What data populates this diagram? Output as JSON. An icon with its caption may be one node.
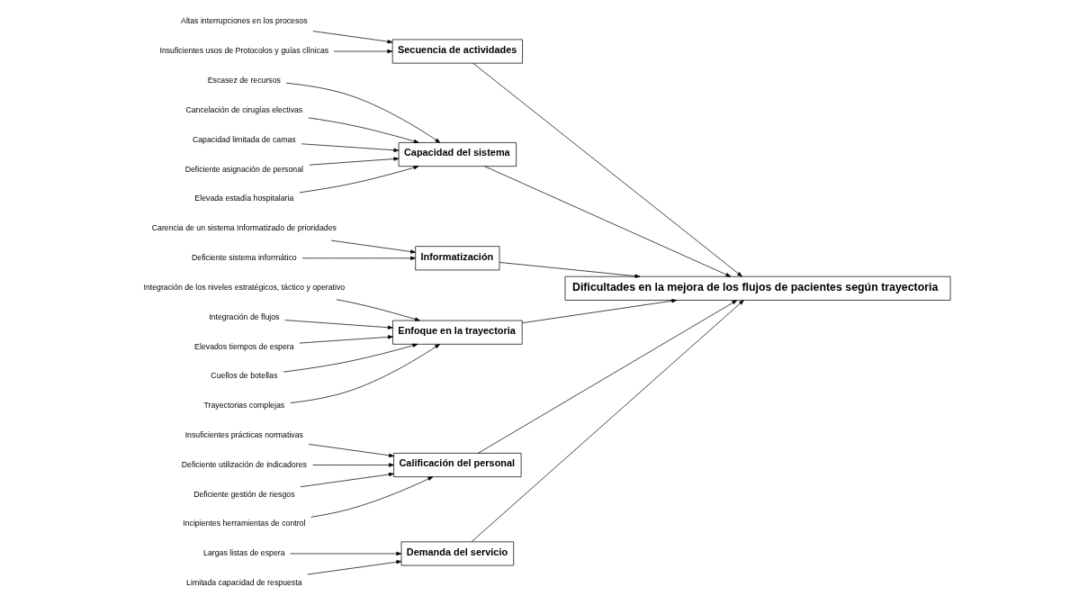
{
  "diagram": {
    "nodes": [
      {
        "text": [
          "Demanda del servicio"
        ]
      },
      {
        "text": [
          "Largas listas de espera"
        ]
      },
      {
        "text": [
          "Limitada capacidad de respuesta"
        ]
      },
      {
        "text": [
          "Secuencia de actividades"
        ]
      },
      {
        "text": [
          "Altas interrupciones en los procesos"
        ]
      },
      {
        "text": [
          "Insuficientes usos de Protocolos y guías clínicas"
        ]
      },
      {
        "text": [
          "Capacidad del sistema"
        ]
      },
      {
        "text": [
          "Escasez de recursos"
        ]
      },
      {
        "text": [
          "Cancelación de cirugías electivas"
        ]
      },
      {
        "text": [
          "Capacidad limitada de camas"
        ]
      },
      {
        "text": [
          "Deficiente asignación de personal"
        ]
      },
      {
        "text": [
          "Elevada estadía hospitalaria"
        ]
      },
      {
        "text": [
          "Dificultades en la mejora de los flujos de pacientes según trayectoria"
        ]
      },
      {
        "text": [
          "Carencia de un sistema Informatizado de prioridades"
        ]
      },
      {
        "text": [
          "Deficiente sistema informático"
        ]
      },
      {
        "text": [
          "Informatización"
        ]
      },
      {
        "text": [
          "Integración de los niveles estratégicos, táctico y operativo"
        ]
      },
      {
        "text": [
          "Integración de flujos"
        ]
      },
      {
        "text": [
          "Elevados tiempos de espera"
        ]
      },
      {
        "text": [
          "Cuellos de botellas"
        ]
      },
      {
        "text": [
          "Trayectorias complejas"
        ]
      },
      {
        "text": [
          "Enfoque en la trayectoria"
        ]
      },
      {
        "text": [
          "Insuficientes prácticas normativas"
        ]
      },
      {
        "text": [
          "Deficiente utilización de indicadores"
        ]
      },
      {
        "text": [
          "Deficiente gestión de riesgos"
        ]
      },
      {
        "text": [
          "Incipientes herramientas de control"
        ]
      },
      {
        "text": [
          "Calificación del personal"
        ]
      }
    ],
    "edges": [
      {
        "from": 1,
        "to": 0,
        "arrow": "to"
      },
      {
        "from": 2,
        "to": 0,
        "arrow": "to"
      },
      {
        "from": 4,
        "to": 3,
        "arrow": "to"
      },
      {
        "from": 5,
        "to": 3,
        "arrow": "to"
      },
      {
        "from": 7,
        "to": 6,
        "arrow": "to"
      },
      {
        "from": 8,
        "to": 6,
        "arrow": "to"
      },
      {
        "from": 9,
        "to": 6,
        "arrow": "to"
      },
      {
        "from": 10,
        "to": 6,
        "arrow": "to"
      },
      {
        "from": 11,
        "to": 6,
        "arrow": "to"
      },
      {
        "from": 13,
        "to": 15,
        "arrow": "to"
      },
      {
        "from": 14,
        "to": 15,
        "arrow": "to"
      },
      {
        "from": 16,
        "to": 21,
        "arrow": "to"
      },
      {
        "from": 17,
        "to": 21,
        "arrow": "to"
      },
      {
        "from": 18,
        "to": 21,
        "arrow": "to"
      },
      {
        "from": 19,
        "to": 21,
        "arrow": "to"
      },
      {
        "from": 20,
        "to": 21,
        "arrow": "to"
      },
      {
        "from": 22,
        "to": 26,
        "arrow": "to"
      },
      {
        "from": 23,
        "to": 26,
        "arrow": "to"
      },
      {
        "from": 24,
        "to": 26,
        "arrow": "to"
      },
      {
        "from": 25,
        "to": 26,
        "arrow": "to"
      },
      {
        "from": 0,
        "to": 12,
        "arrow": "to"
      },
      {
        "from": 3,
        "to": 12,
        "arrow": "to"
      },
      {
        "from": 6,
        "to": 12,
        "arrow": "to"
      },
      {
        "from": 15,
        "to": 12,
        "arrow": "to"
      },
      {
        "from": 21,
        "to": 12,
        "arrow": "to"
      },
      {
        "from": 26,
        "to": 12,
        "arrow": "to"
      }
    ]
  }
}
